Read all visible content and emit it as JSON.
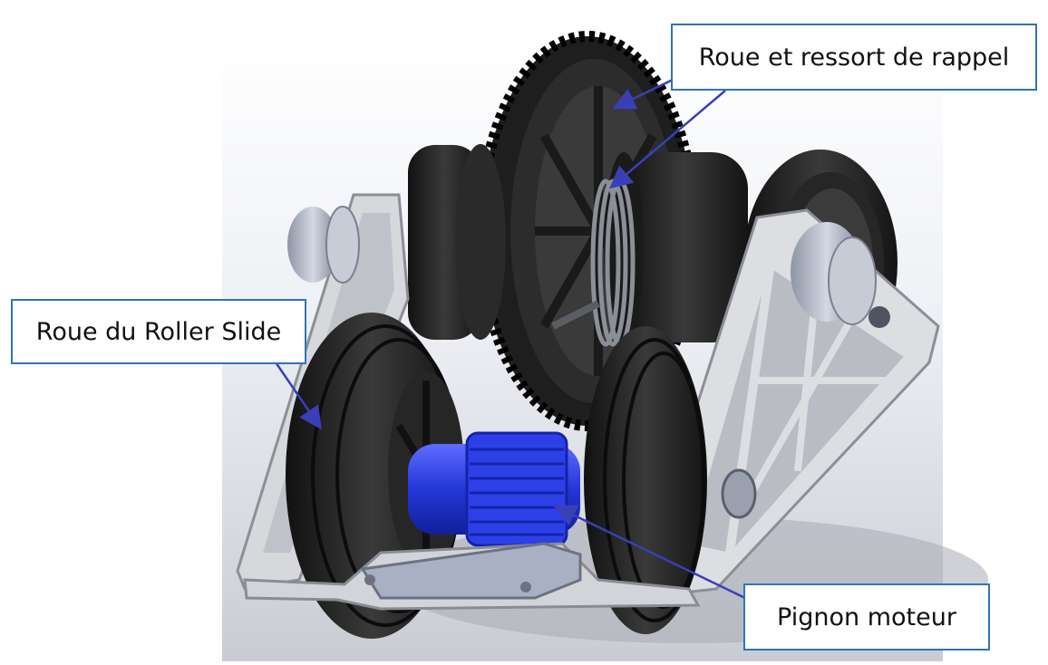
{
  "labels": {
    "spring_wheel": "Roue et ressort de rappel",
    "roller_wheel": "Roue du Roller Slide",
    "motor_pinion": "Pignon moteur"
  },
  "colors": {
    "callout_border": "#2e75b6",
    "arrow": "#3a3fb8",
    "pinion": "#2a3ee0",
    "wheel": "#2b2b2b",
    "frame": "#d9d9d9"
  }
}
